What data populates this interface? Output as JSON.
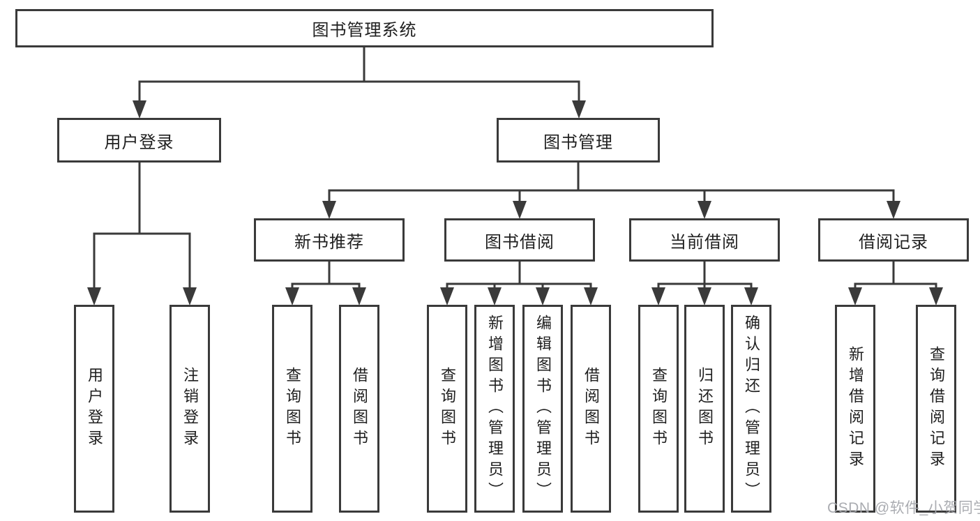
{
  "diagram": {
    "root": {
      "label": "图书管理系统"
    },
    "branches": [
      {
        "label": "用户登录",
        "children": [
          {
            "label": "用户登录"
          },
          {
            "label": "注销登录"
          }
        ]
      },
      {
        "label": "图书管理",
        "children": [
          {
            "label": "新书推荐",
            "children": [
              {
                "label": "查询图书"
              },
              {
                "label": "借阅图书"
              }
            ]
          },
          {
            "label": "图书借阅",
            "children": [
              {
                "label": "查询图书"
              },
              {
                "label": "新增图书（管理员）"
              },
              {
                "label": "编辑图书（管理员）"
              },
              {
                "label": "借阅图书"
              }
            ]
          },
          {
            "label": "当前借阅",
            "children": [
              {
                "label": "查询图书"
              },
              {
                "label": "归还图书"
              },
              {
                "label": "确认归还（管理员）"
              }
            ]
          },
          {
            "label": "借阅记录",
            "children": [
              {
                "label": "新增借阅记录"
              },
              {
                "label": "查询借阅记录"
              }
            ]
          }
        ]
      }
    ],
    "colors": {
      "line": "#3a3a3a",
      "box_border": "#3a3a3a",
      "text": "#1f1f1f",
      "watermark": "#a5a8ad",
      "background": "#ffffff"
    },
    "watermark": "CSDN @软件_小贺同学"
  }
}
